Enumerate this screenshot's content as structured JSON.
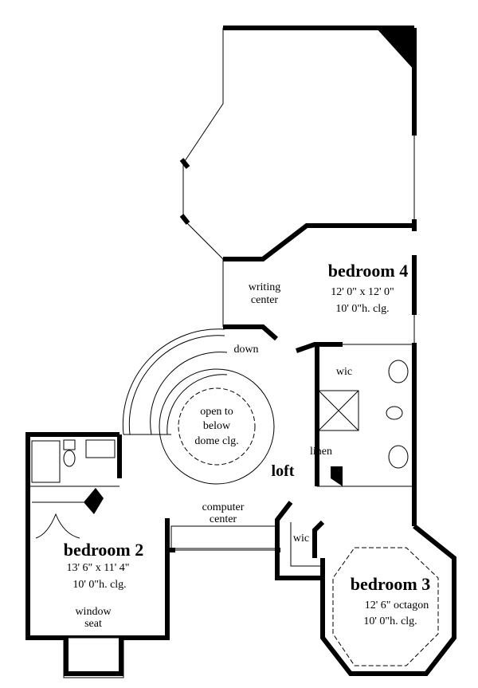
{
  "rooms": {
    "bedroom4": {
      "name": "bedroom 4",
      "size": "12' 0\" x 12' 0\"",
      "ceiling": "10' 0\"h. clg."
    },
    "bedroom2": {
      "name": "bedroom 2",
      "size": "13' 6\" x 11' 4\"",
      "ceiling": "10' 0\"h. clg."
    },
    "bedroom3": {
      "name": "bedroom 3",
      "size": "12' 6\" octagon",
      "ceiling": "10' 0\"h. clg."
    },
    "loft": {
      "name": "loft"
    }
  },
  "labels": {
    "writing_center": [
      "writing",
      "center"
    ],
    "down": "down",
    "open_to_below": [
      "open to",
      "below",
      "dome clg."
    ],
    "wic_bed4": "wic",
    "linen": "linen",
    "computer_center": [
      "computer",
      "center"
    ],
    "wic_bed3": "wic",
    "window_seat": [
      "window",
      "seat"
    ]
  }
}
